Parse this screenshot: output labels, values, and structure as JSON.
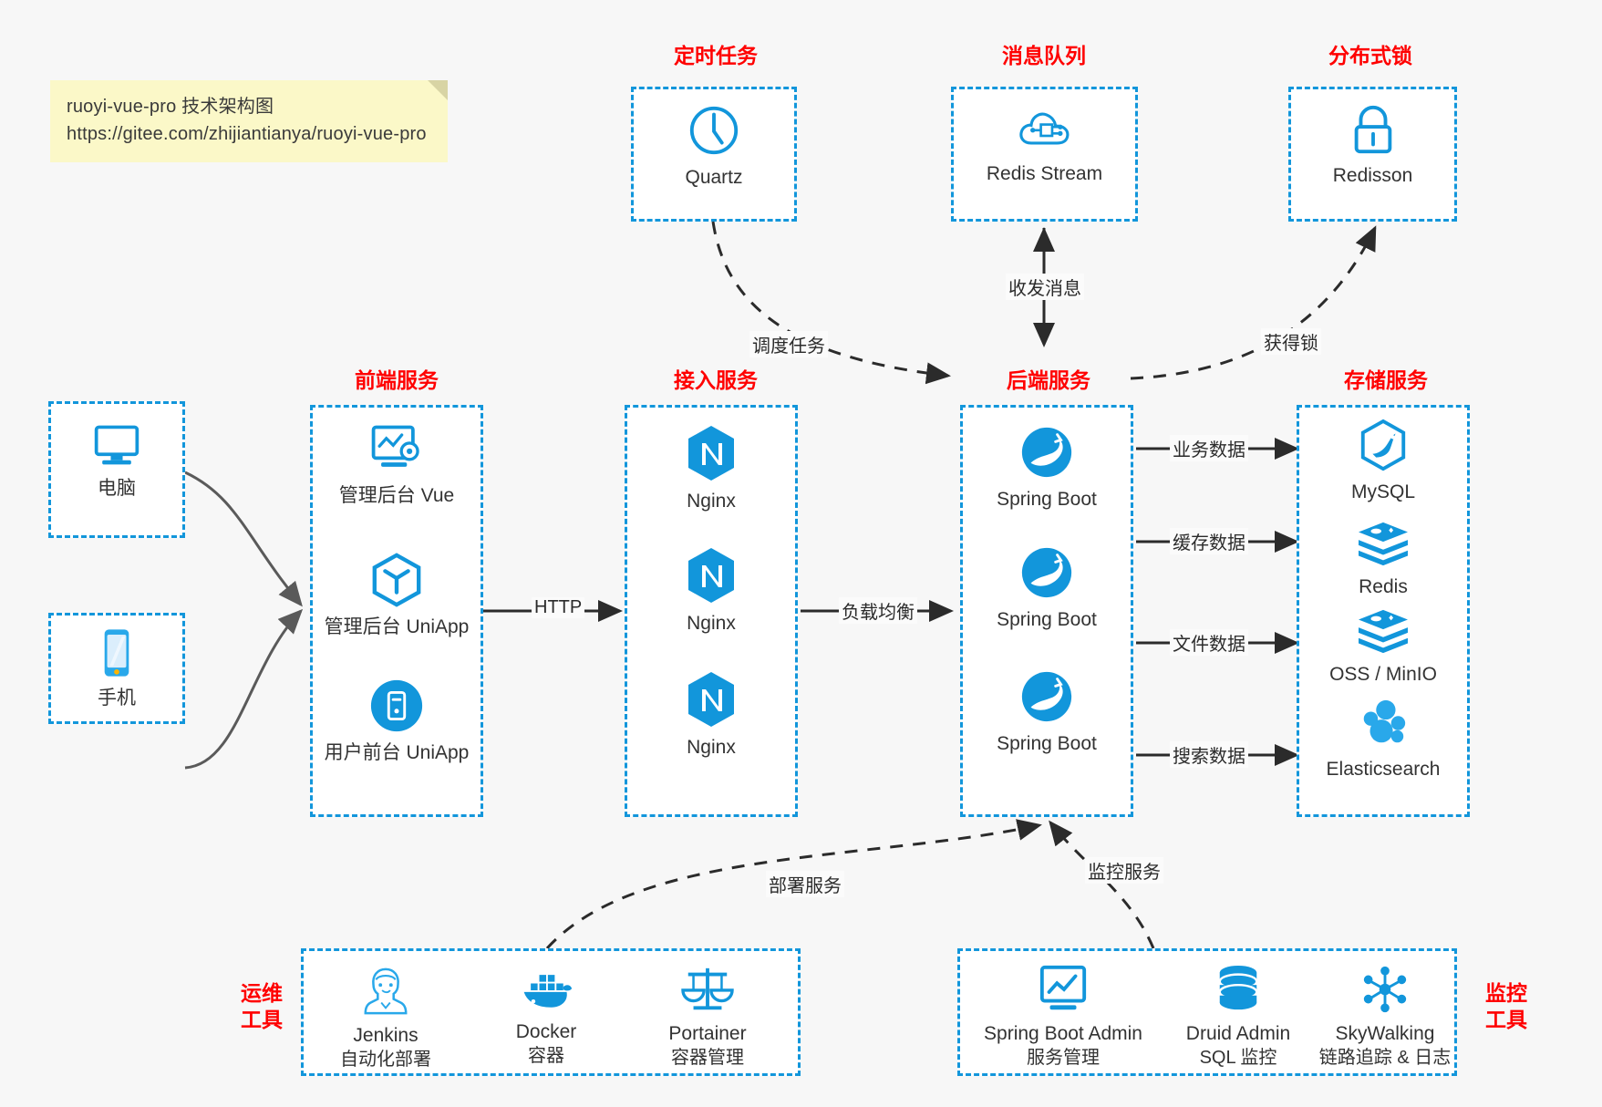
{
  "note": {
    "line1": "ruoyi-vue-pro 技术架构图",
    "line2": "https://gitee.com/zhijiantianya/ruoyi-vue-pro"
  },
  "colors": {
    "accent_blue": "#1296db",
    "title_red": "#ff0000",
    "background": "#f7f7f7",
    "note_yellow": "#fbf8c8",
    "arrow_dark": "#2b2b2b",
    "arrow_gray": "#5a5a5a"
  },
  "groups": {
    "scheduler": {
      "title": "定时任务",
      "nodes": [
        {
          "label": "Quartz",
          "icon": "clock-icon"
        }
      ]
    },
    "mq": {
      "title": "消息队列",
      "nodes": [
        {
          "label": "Redis Stream",
          "icon": "cloud-stream-icon"
        }
      ]
    },
    "lock": {
      "title": "分布式锁",
      "nodes": [
        {
          "label": "Redisson",
          "icon": "lock-icon"
        }
      ]
    },
    "clients": {
      "nodes": [
        {
          "label": "电脑",
          "icon": "desktop-icon"
        },
        {
          "label": "手机",
          "icon": "mobile-icon"
        }
      ]
    },
    "frontend": {
      "title": "前端服务",
      "nodes": [
        {
          "label": "管理后台 Vue",
          "icon": "dashboard-gear-icon"
        },
        {
          "label": "管理后台 UniApp",
          "icon": "cube-icon"
        },
        {
          "label": "用户前台 UniApp",
          "icon": "app-circle-icon"
        }
      ]
    },
    "gateway": {
      "title": "接入服务",
      "nodes": [
        {
          "label": "Nginx",
          "icon": "nginx-icon"
        },
        {
          "label": "Nginx",
          "icon": "nginx-icon"
        },
        {
          "label": "Nginx",
          "icon": "nginx-icon"
        }
      ]
    },
    "backend": {
      "title": "后端服务",
      "nodes": [
        {
          "label": "Spring Boot",
          "icon": "spring-boot-icon"
        },
        {
          "label": "Spring Boot",
          "icon": "spring-boot-icon"
        },
        {
          "label": "Spring Boot",
          "icon": "spring-boot-icon"
        }
      ]
    },
    "storage": {
      "title": "存储服务",
      "nodes": [
        {
          "label": "MySQL",
          "icon": "mysql-icon"
        },
        {
          "label": "Redis",
          "icon": "redis-icon"
        },
        {
          "label": "OSS / MinIO",
          "icon": "oss-minio-icon"
        },
        {
          "label": "Elasticsearch",
          "icon": "elasticsearch-icon"
        }
      ]
    },
    "devops": {
      "title": "运维\n工具",
      "title_line1": "运维",
      "title_line2": "工具",
      "nodes": [
        {
          "label": "Jenkins",
          "sub": "自动化部署",
          "icon": "jenkins-icon"
        },
        {
          "label": "Docker",
          "sub": "容器",
          "icon": "docker-icon"
        },
        {
          "label": "Portainer",
          "sub": "容器管理",
          "icon": "scales-icon"
        }
      ]
    },
    "monitor": {
      "title_line1": "监控",
      "title_line2": "工具",
      "nodes": [
        {
          "label": "Spring Boot Admin",
          "sub": "服务管理",
          "icon": "monitor-chart-icon"
        },
        {
          "label": "Druid Admin",
          "sub": "SQL 监控",
          "icon": "database-icon"
        },
        {
          "label": "SkyWalking",
          "sub": "链路追踪 & 日志",
          "icon": "skywalking-icon"
        }
      ]
    }
  },
  "edges": [
    {
      "id": "http",
      "label": "HTTP"
    },
    {
      "id": "loadbalance",
      "label": "负载均衡"
    },
    {
      "id": "schedule",
      "label": "调度任务"
    },
    {
      "id": "message",
      "label": "收发消息"
    },
    {
      "id": "getlock",
      "label": "获得锁"
    },
    {
      "id": "bizdata",
      "label": "业务数据"
    },
    {
      "id": "cachedata",
      "label": "缓存数据"
    },
    {
      "id": "filedata",
      "label": "文件数据"
    },
    {
      "id": "searchdata",
      "label": "搜索数据"
    },
    {
      "id": "deploy",
      "label": "部署服务"
    },
    {
      "id": "monitorsvc",
      "label": "监控服务"
    }
  ]
}
